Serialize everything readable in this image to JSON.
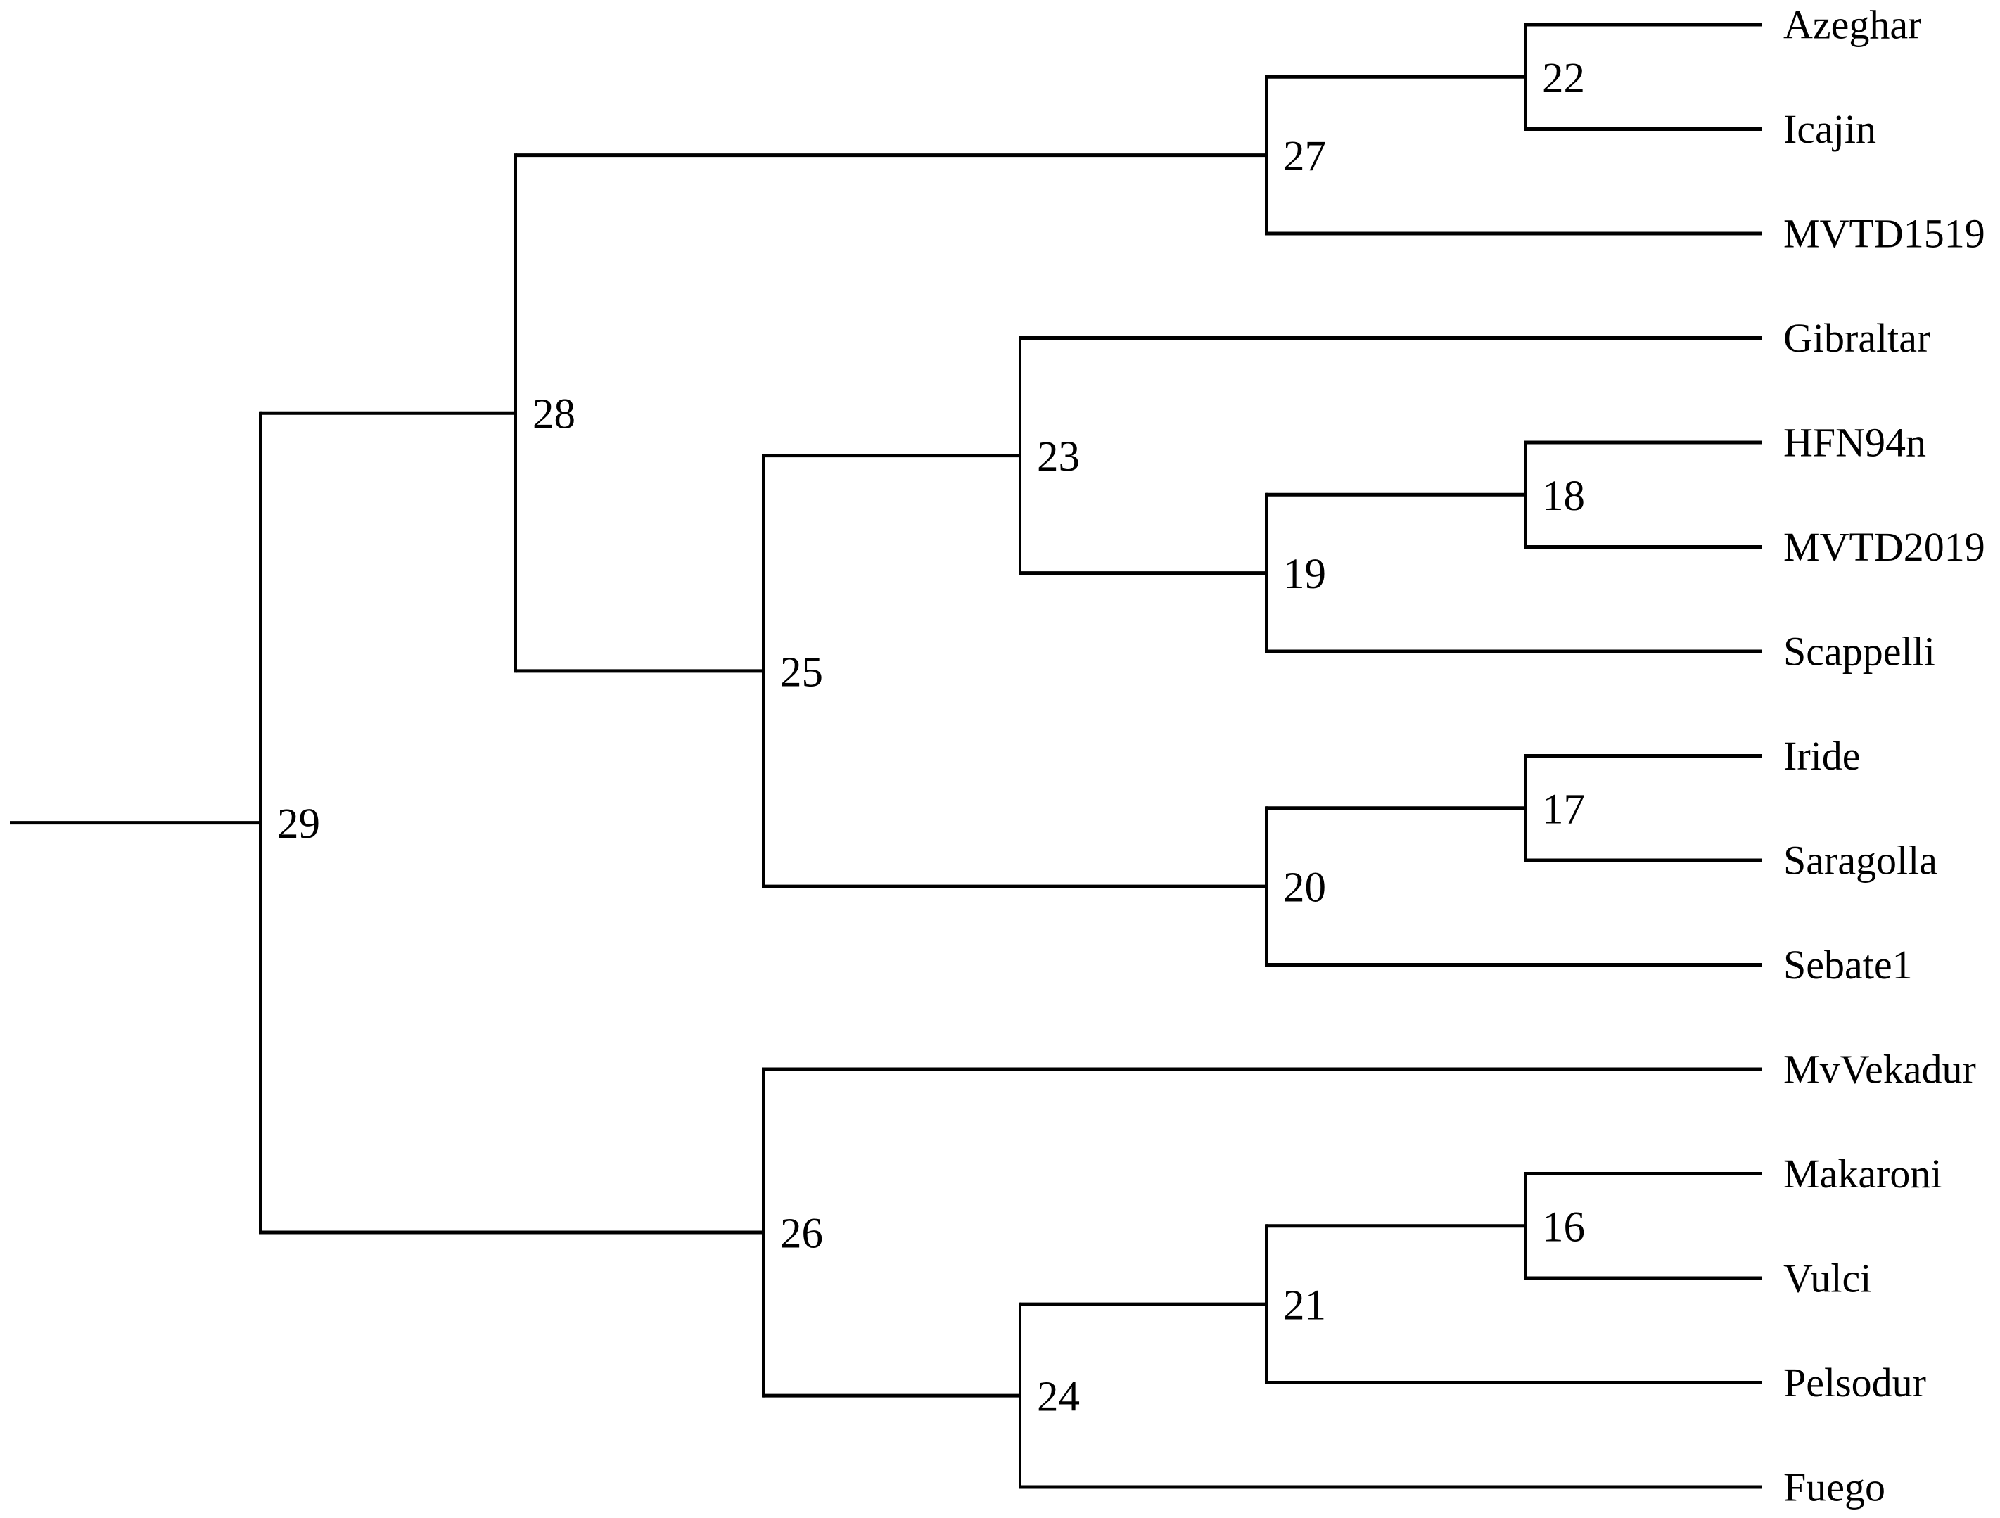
{
  "page": {
    "background": "#ffffff"
  },
  "figure": {
    "kind": "phylogenetic-tree-cladogram",
    "orientation": "left-to-right",
    "colors": {
      "line": "#000000",
      "text": "#000000",
      "background": "#ffffff"
    },
    "taxa": [
      "Azeghar",
      "Icajin",
      "MVTD1519",
      "Gibraltar",
      "HFN94n",
      "MVTD2019",
      "Scappelli",
      "Iride",
      "Saragolla",
      "Sebate1",
      "MvVekadur",
      "Makaroni",
      "Vulci",
      "Pelsodur",
      "Fuego"
    ],
    "internal_node_labels": [
      "16",
      "17",
      "18",
      "19",
      "20",
      "21",
      "22",
      "23",
      "24",
      "25",
      "26",
      "27",
      "28",
      "29"
    ],
    "newick": "((((Azeghar,Icajin)22,MVTD1519)27,((Gibraltar,((HFN94n,MVTD2019)18,Scappelli)19)23,((Iride,Saragolla)17,Sebate1)20)25)28,(MvVekadur,(((Makaroni,Vulci)16,Pelsodur)21,Fuego)24)26)29;",
    "tree": {
      "id": "29",
      "children": [
        {
          "id": "28",
          "children": [
            {
              "id": "27",
              "children": [
                {
                  "id": "22",
                  "children": [
                    {
                      "taxon": "Azeghar"
                    },
                    {
                      "taxon": "Icajin"
                    }
                  ]
                },
                {
                  "taxon": "MVTD1519"
                }
              ]
            },
            {
              "id": "25",
              "children": [
                {
                  "id": "23",
                  "children": [
                    {
                      "taxon": "Gibraltar"
                    },
                    {
                      "id": "19",
                      "children": [
                        {
                          "id": "18",
                          "children": [
                            {
                              "taxon": "HFN94n"
                            },
                            {
                              "taxon": "MVTD2019"
                            }
                          ]
                        },
                        {
                          "taxon": "Scappelli"
                        }
                      ]
                    }
                  ]
                },
                {
                  "id": "20",
                  "children": [
                    {
                      "id": "17",
                      "children": [
                        {
                          "taxon": "Iride"
                        },
                        {
                          "taxon": "Saragolla"
                        }
                      ]
                    },
                    {
                      "taxon": "Sebate1"
                    }
                  ]
                }
              ]
            }
          ]
        },
        {
          "id": "26",
          "children": [
            {
              "taxon": "MvVekadur"
            },
            {
              "id": "24",
              "children": [
                {
                  "id": "21",
                  "children": [
                    {
                      "id": "16",
                      "children": [
                        {
                          "taxon": "Makaroni"
                        },
                        {
                          "taxon": "Vulci"
                        }
                      ]
                    },
                    {
                      "taxon": "Pelsodur"
                    }
                  ]
                },
                {
                  "taxon": "Fuego"
                }
              ]
            }
          ]
        }
      ]
    }
  }
}
